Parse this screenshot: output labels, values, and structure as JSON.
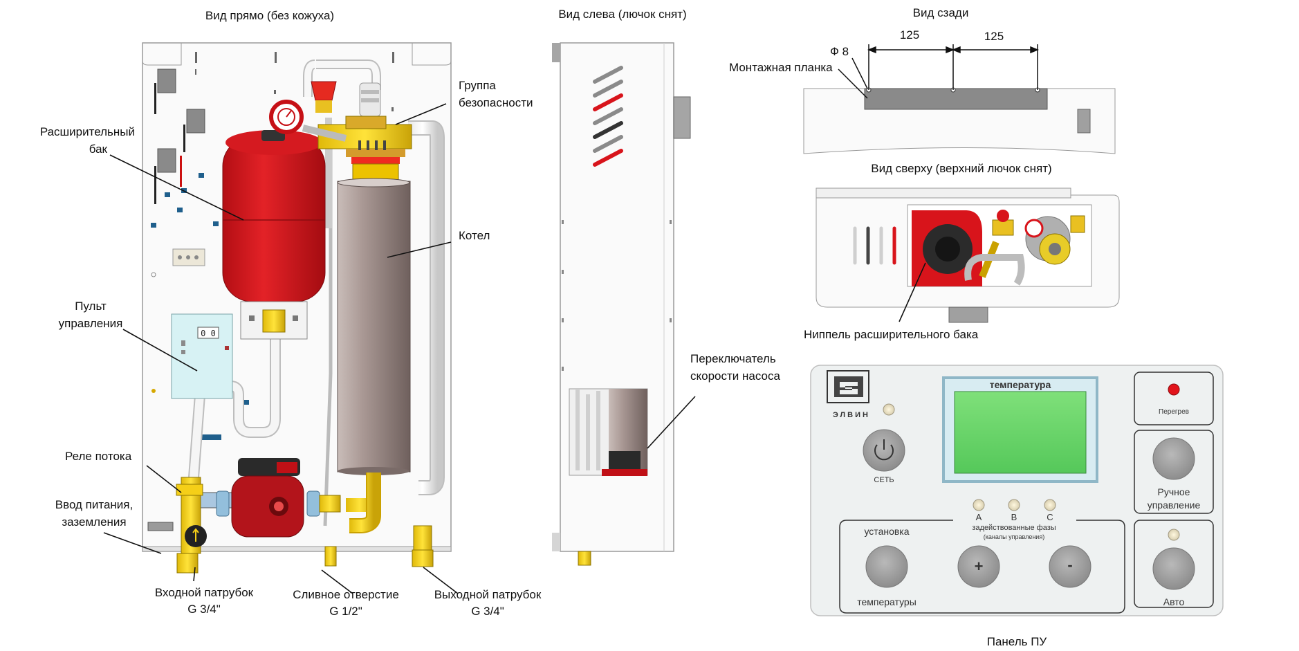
{
  "views": {
    "front": "Вид прямо  (без кожуха)",
    "left": "Вид слева (лючок снят)",
    "rear": "Вид сзади",
    "top": "Вид сверху (верхний лючок снят)",
    "panel": "Панель ПУ"
  },
  "callouts": {
    "expansion_tank": [
      "Расширительный",
      "бак"
    ],
    "safety_group": [
      "Группа",
      "безопасности"
    ],
    "boiler": "Котел",
    "control_unit": [
      "Пульт",
      "управления"
    ],
    "flow_relay": "Реле потока",
    "power_input": [
      "Ввод питания,",
      "заземления"
    ],
    "inlet": [
      "Входной патрубок",
      "G 3/4\""
    ],
    "drain": [
      "Сливное отверстие",
      "G 1/2\""
    ],
    "outlet": [
      "Выходной патрубок",
      "G 3/4\""
    ],
    "pump_switch": [
      "Переключатель",
      "скорости насоса"
    ],
    "mounting_plate": "Монтажная планка",
    "hole_dia": "Ф 8",
    "dim_1": "125",
    "dim_2": "125",
    "tank_nipple": "Ниппель расширительного  бака"
  },
  "panel": {
    "brand": "ЭЛВИН",
    "display_label": "температура",
    "power_label": "СЕТЬ",
    "overheat_label": "Перегрев",
    "manual_label": [
      "Ручное",
      "управление"
    ],
    "phases": [
      "A",
      "B",
      "C"
    ],
    "phases_label": "задействованные фазы",
    "phases_sub": "(каналы управления)",
    "set_label_top": "установка",
    "set_label_bottom": "температуры",
    "plus": "+",
    "minus": "-",
    "auto_label": "Авто",
    "unit_display": "0 0"
  },
  "colors": {
    "red": "#d8141b",
    "yellow": "#f2d20f",
    "display_green": "#6fd46f",
    "panel_bg": "#eef1f1",
    "boiler": "#9b8a86"
  }
}
